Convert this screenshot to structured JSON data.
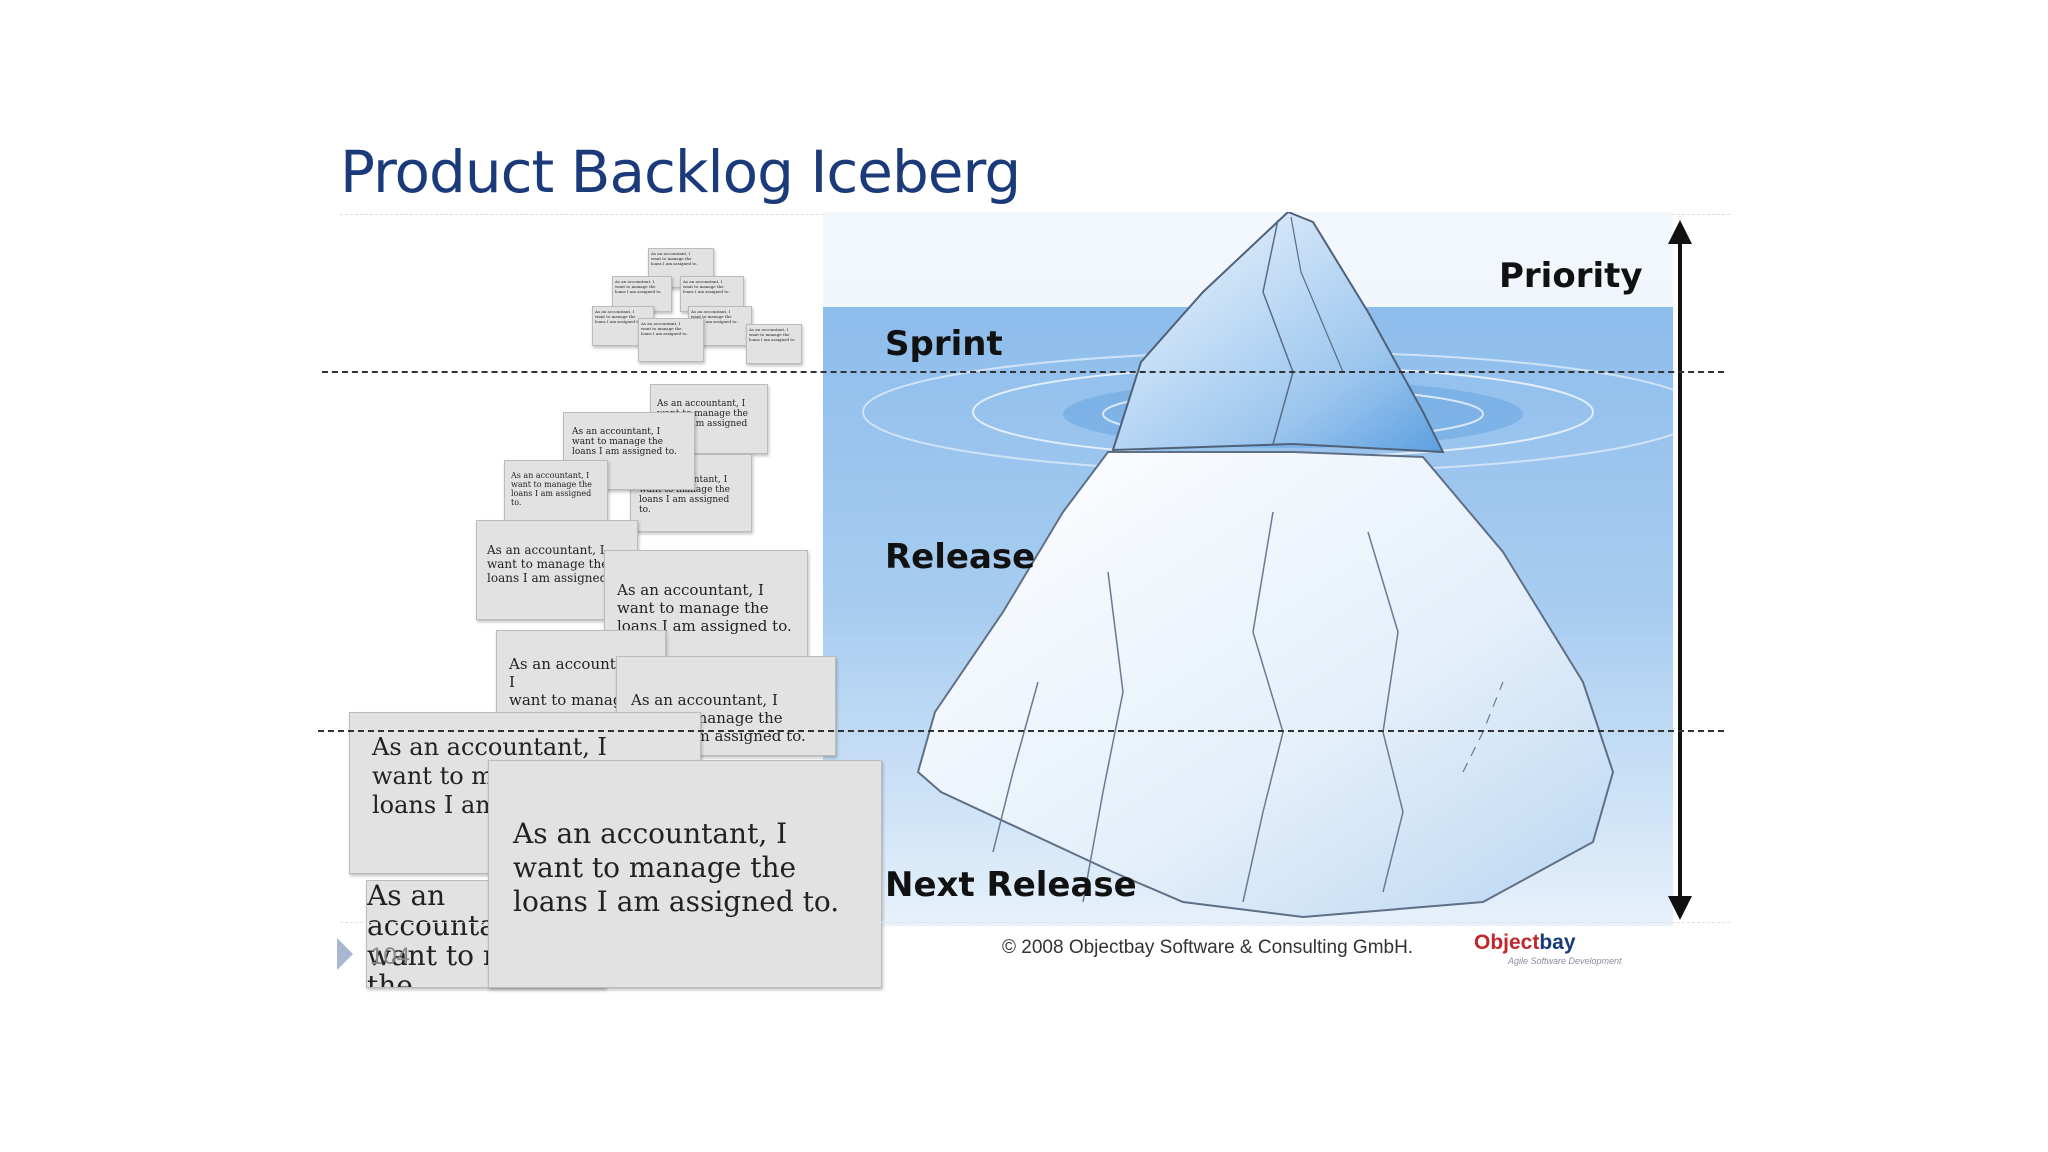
{
  "slide": {
    "title": "Product Backlog Iceberg",
    "page_number": "104",
    "copyright": "© 2008  Objectbay Software & Consulting GmbH.",
    "logo": {
      "part1": "Object",
      "part2": "bay",
      "tagline": "Agile Software Development"
    }
  },
  "labels": {
    "sprint": "Sprint",
    "release": "Release",
    "next_release": "Next Release",
    "priority": "Priority"
  },
  "card_text": "As an accountant, I\nwant to manage the\nloans I am assigned to.",
  "cards_visible": {
    "c1": "As an accountant, I\nwant to manage the\nloans I am assigned to.",
    "c2": "As an accountant, I\nwant to manage the\nloans I am assigned to.",
    "c3": "As an accountant, I\nwant to manage the\nloans I am assigned to.",
    "c4": "As an accountant, I\nwant to manage the\nloans I am assigned to.",
    "c5": "As an accountant, I\nwant to manage the\nloans I am assigned to.",
    "c6": "As an accountant, I\nwant to manage the\nloans I am assigned to.",
    "c7": "As an accountant, I\nwant to manage the\nloans I am assigned to.",
    "c8": "As an accountant, I\nwant to manage the\nloans I am assigned to.",
    "c9": "As an accountant, I\nwant to manage the\nloans I am assigned to.",
    "c10": "As an accountant, I\nwant to manage the\nloans I am assigned to.",
    "c11": "As an accountant, I\nwant to manage the\nloans I am assigned to.",
    "c12": "As an accountant, I\nwant to manage the\nloans I am assigned to."
  },
  "colors": {
    "title": "#1b3a7a",
    "water": "#7fb2e6",
    "ice": "#e8f2fb",
    "logo_red": "#c1272d"
  }
}
